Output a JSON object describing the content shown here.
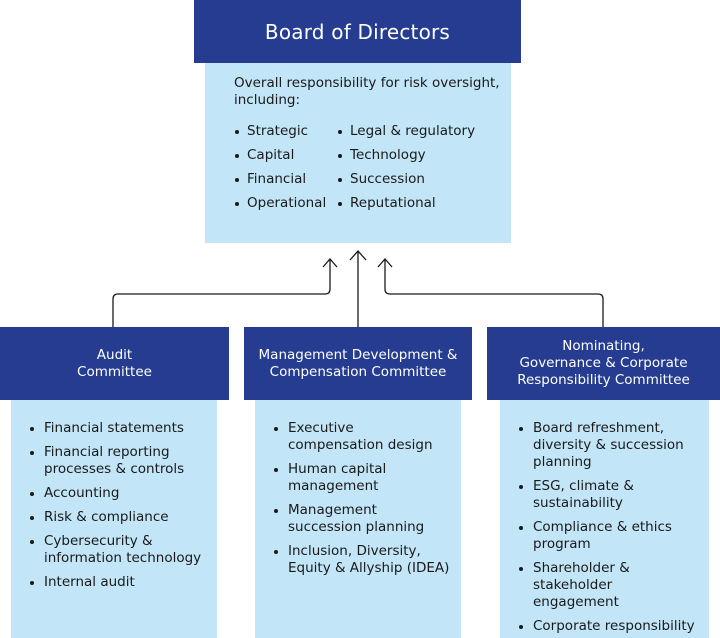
{
  "board": {
    "title": "Board of Directors",
    "intro": "Overall responsibility for risk oversight, including:",
    "items_left": [
      "Strategic",
      "Capital",
      "Financial",
      "Operational"
    ],
    "items_right": [
      "Legal & regulatory",
      "Technology",
      "Succession",
      "Reputational"
    ]
  },
  "committees": [
    {
      "title_lines": [
        "Audit",
        "Committee"
      ],
      "items": [
        "Financial statements",
        "Financial reporting processes & controls",
        "Accounting",
        "Risk & compliance",
        "Cybersecurity & information technology",
        "Internal audit"
      ]
    },
    {
      "title_lines": [
        "Management Development &",
        "Compensation Committee"
      ],
      "items": [
        "Executive compensation design",
        "Human capital management",
        "Management succession planning",
        "Inclusion, Diversity, Equity & Allyship (IDEA)"
      ]
    },
    {
      "title_lines": [
        "Nominating,",
        "Governance & Corporate",
        "Responsibility Committee"
      ],
      "items": [
        "Board refreshment, diversity & succession planning",
        "ESG, climate & sustainability",
        "Compliance & ethics program",
        "Shareholder & stakeholder engagement",
        "Corporate responsibility"
      ]
    }
  ],
  "colors": {
    "header_navy": "#253c91",
    "body_light_blue": "#c2e5f7",
    "connector": "#1a1a1a"
  }
}
